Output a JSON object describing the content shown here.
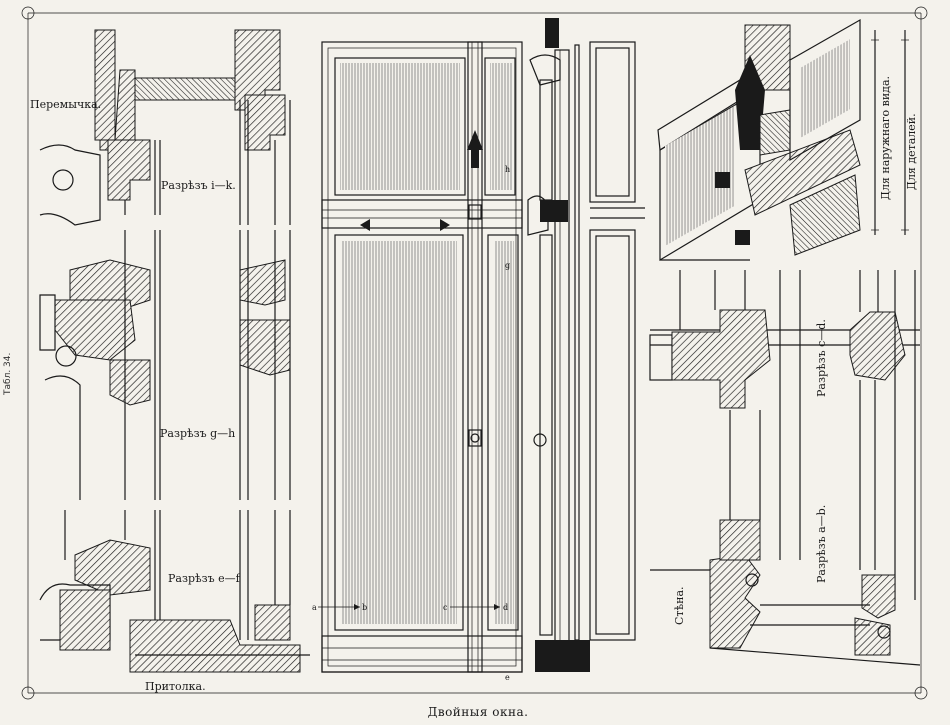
{
  "labels": {
    "peremychka": "Перемычка.",
    "section_ik": "Разрѣзъ i—k.",
    "section_gh": "Разрѣзъ g—h",
    "section_ef": "Разрѣзъ e—f",
    "pritolka": "Притолка.",
    "caption": "Двойныя окна.",
    "section_cd": "Разрѣзъ c—d.",
    "section_ab": "Разрѣзъ a—b.",
    "stena": "Стѣна.",
    "scale_outer": "Для наружнаго вида.",
    "scale_details": "Для деталей.",
    "side_margin": "Табл. 34.",
    "marker_a": "a",
    "marker_b": "b",
    "marker_c": "c",
    "marker_d": "d",
    "marker_h": "h",
    "marker_g": "g",
    "marker_e": "e"
  }
}
